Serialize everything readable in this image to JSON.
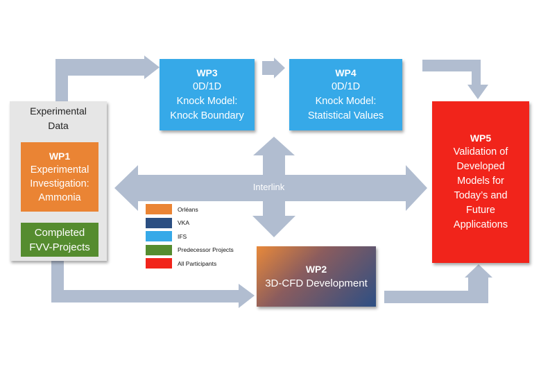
{
  "experimental": {
    "title_line1": "Experimental",
    "title_line2": "Data"
  },
  "wp1": {
    "code": "WP1",
    "line1": "Experimental",
    "line2": "Investigation:",
    "line3": "Ammonia"
  },
  "completed": {
    "line1": "Completed",
    "line2": "FVV-Projects"
  },
  "wp3": {
    "code": "WP3",
    "line1": "0D/1D",
    "line2": "Knock Model:",
    "line3": "Knock Boundary"
  },
  "wp4": {
    "code": "WP4",
    "line1": "0D/1D",
    "line2": "Knock Model:",
    "line3": "Statistical Values"
  },
  "wp5": {
    "code": "WP5",
    "line1": "Validation of",
    "line2": "Developed",
    "line3": "Models for",
    "line4": "Today’s and",
    "line5": "Future",
    "line6": "Applications"
  },
  "wp2": {
    "code": "WP2",
    "line1": "3D-CFD Development"
  },
  "interlink": {
    "label": "Interlink"
  },
  "legend": {
    "items": [
      {
        "label": "Orléans",
        "color": "#ea8434"
      },
      {
        "label": "VKA",
        "color": "#2b4f82"
      },
      {
        "label": "IFS",
        "color": "#36a9e8"
      },
      {
        "label": "Predecessor Projects",
        "color": "#558c2f"
      },
      {
        "label": "All Participants",
        "color": "#f1241b"
      }
    ]
  },
  "colors": {
    "arrow": "#b1bdd0",
    "orange": "#ea8434",
    "blue": "#36a9e8",
    "red": "#f1241b",
    "green": "#558c2f",
    "navy": "#2b4f82",
    "grey_panel": "#e6e6e6"
  }
}
